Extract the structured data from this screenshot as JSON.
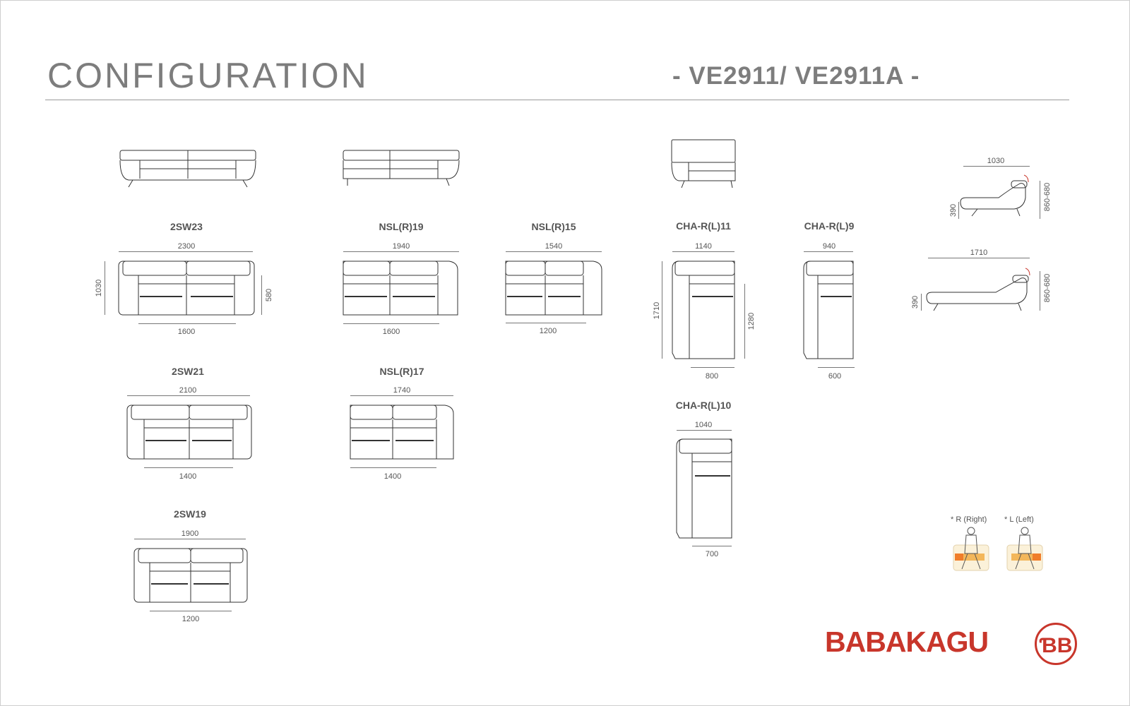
{
  "header": {
    "title": "CONFIGURATION",
    "model": "- VE2911/ VE2911A -"
  },
  "modules": {
    "sw23": {
      "name": "2SW23",
      "top": "2300",
      "bottom": "1600",
      "left": "1030",
      "right": "580"
    },
    "nsl19": {
      "name": "NSL(R)19",
      "top": "1940",
      "bottom": "1600"
    },
    "nsl15": {
      "name": "NSL(R)15",
      "top": "1540",
      "bottom": "1200"
    },
    "cha11": {
      "name": "CHA-R(L)11",
      "top": "1140",
      "bottom": "800",
      "left": "1710",
      "right": "1280"
    },
    "cha9": {
      "name": "CHA-R(L)9",
      "top": "940",
      "bottom": "600"
    },
    "sw21": {
      "name": "2SW21",
      "top": "2100",
      "bottom": "1400"
    },
    "nsl17": {
      "name": "NSL(R)17",
      "top": "1740",
      "bottom": "1400"
    },
    "cha10": {
      "name": "CHA-R(L)10",
      "top": "1040",
      "bottom": "700"
    },
    "sw19": {
      "name": "2SW19",
      "top": "1900",
      "bottom": "1200"
    }
  },
  "side_views": {
    "chair": {
      "width": "1030",
      "seat": "390",
      "height": "860-680"
    },
    "chaise": {
      "width": "1710",
      "seat": "390",
      "height": "860-680"
    }
  },
  "legend": {
    "right": "* R (Right)",
    "left": "* L (Left)"
  },
  "brand": {
    "name": "BABAKAGU",
    "logo": "ƁB",
    "color": "#c8362b"
  }
}
